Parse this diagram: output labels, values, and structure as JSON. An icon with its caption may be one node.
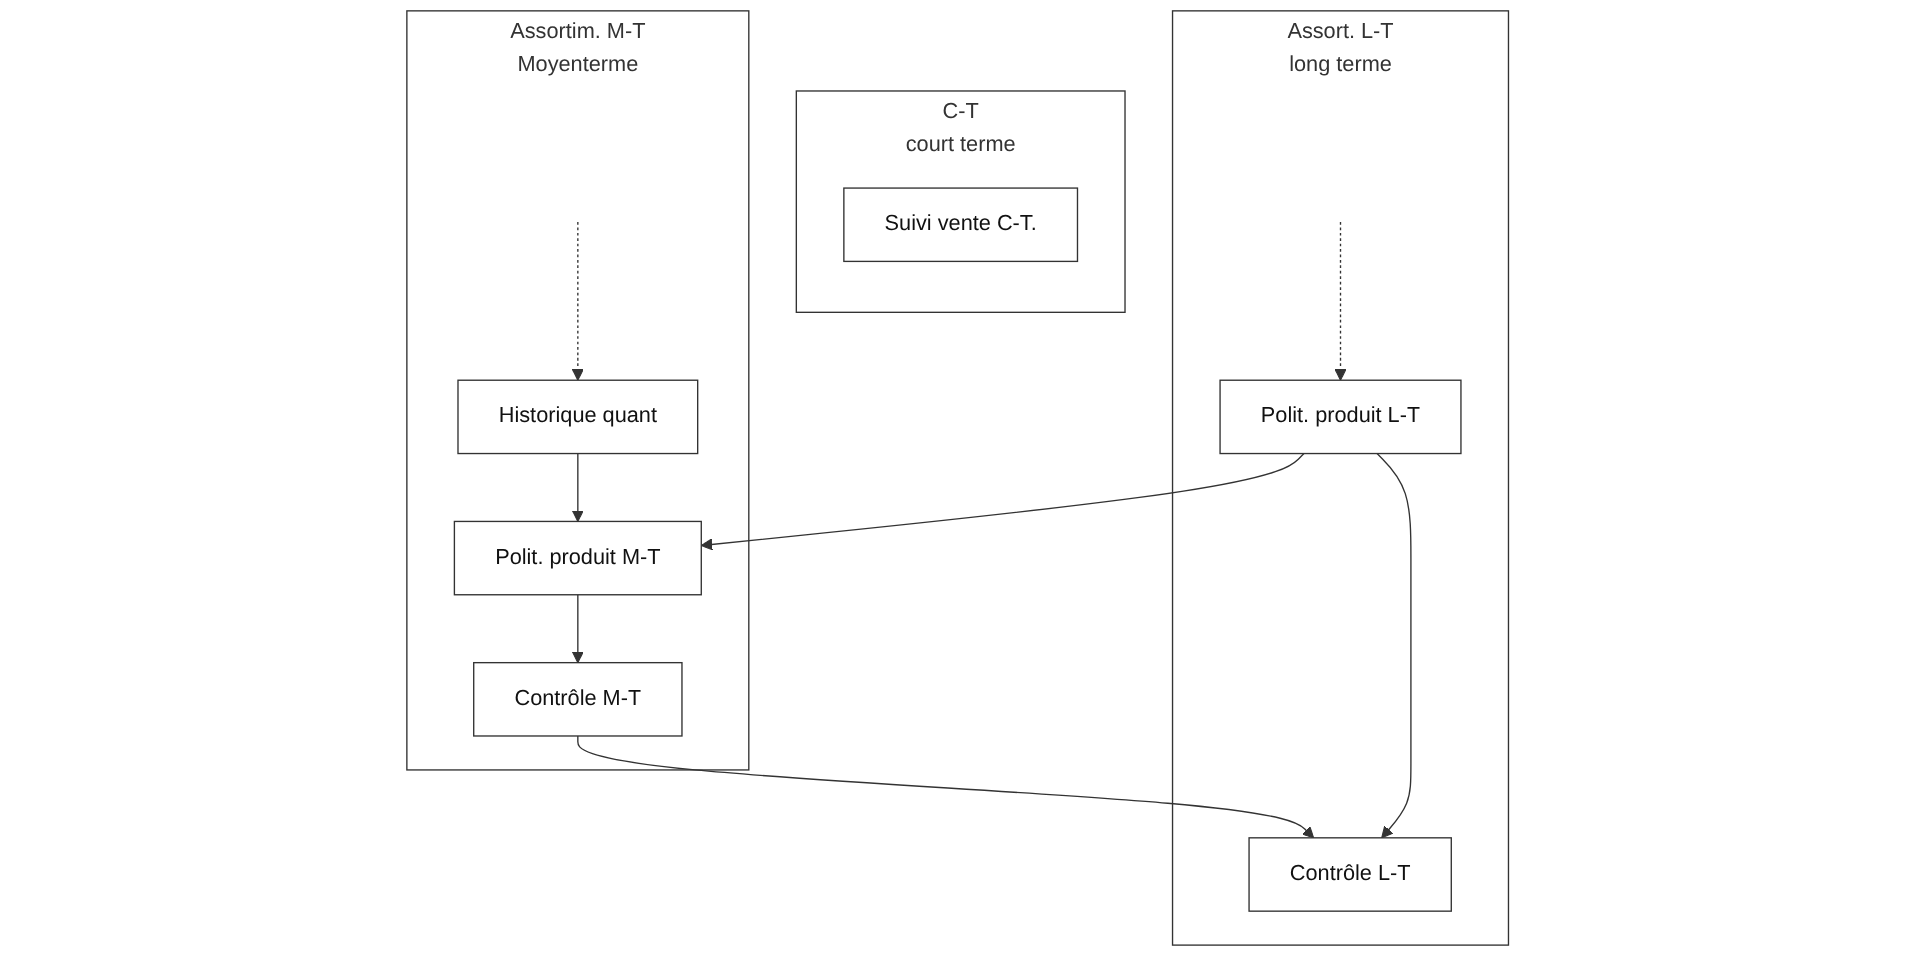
{
  "diagram": {
    "nodes": [
      {
        "text": [
          "C-T",
          "court terme"
        ]
      },
      {
        "text": [
          "Suivi vente C-T."
        ],
        "in": 0
      },
      {
        "text": [
          "Assortim. M-T",
          "Moyenterme"
        ]
      },
      {
        "text": [
          "Historique quant"
        ],
        "in": 2
      },
      {
        "text": [
          "Polit. produit M-T"
        ],
        "in": 2
      },
      {
        "text": [
          "Contrôle M-T"
        ],
        "in": 2
      },
      {
        "text": [
          "Assort. L-T",
          "long terme"
        ]
      },
      {
        "text": [
          "Polit. produit L-T"
        ],
        "in": 6
      },
      {
        "text": [
          "Contrôle L-T"
        ],
        "in": 6
      }
    ],
    "edges": [
      {
        "from": null,
        "to": 3,
        "arrow": "to",
        "style": "dashed"
      },
      {
        "from": 3,
        "to": 4,
        "arrow": "to"
      },
      {
        "from": 4,
        "to": 5,
        "arrow": "to"
      },
      {
        "from": 7,
        "to": 4,
        "arrow": "to"
      },
      {
        "from": 5,
        "to": 8,
        "arrow": "to"
      },
      {
        "from": null,
        "to": 7,
        "arrow": "to",
        "style": "dashed"
      },
      {
        "from": 7,
        "to": 8,
        "arrow": "to"
      }
    ]
  }
}
